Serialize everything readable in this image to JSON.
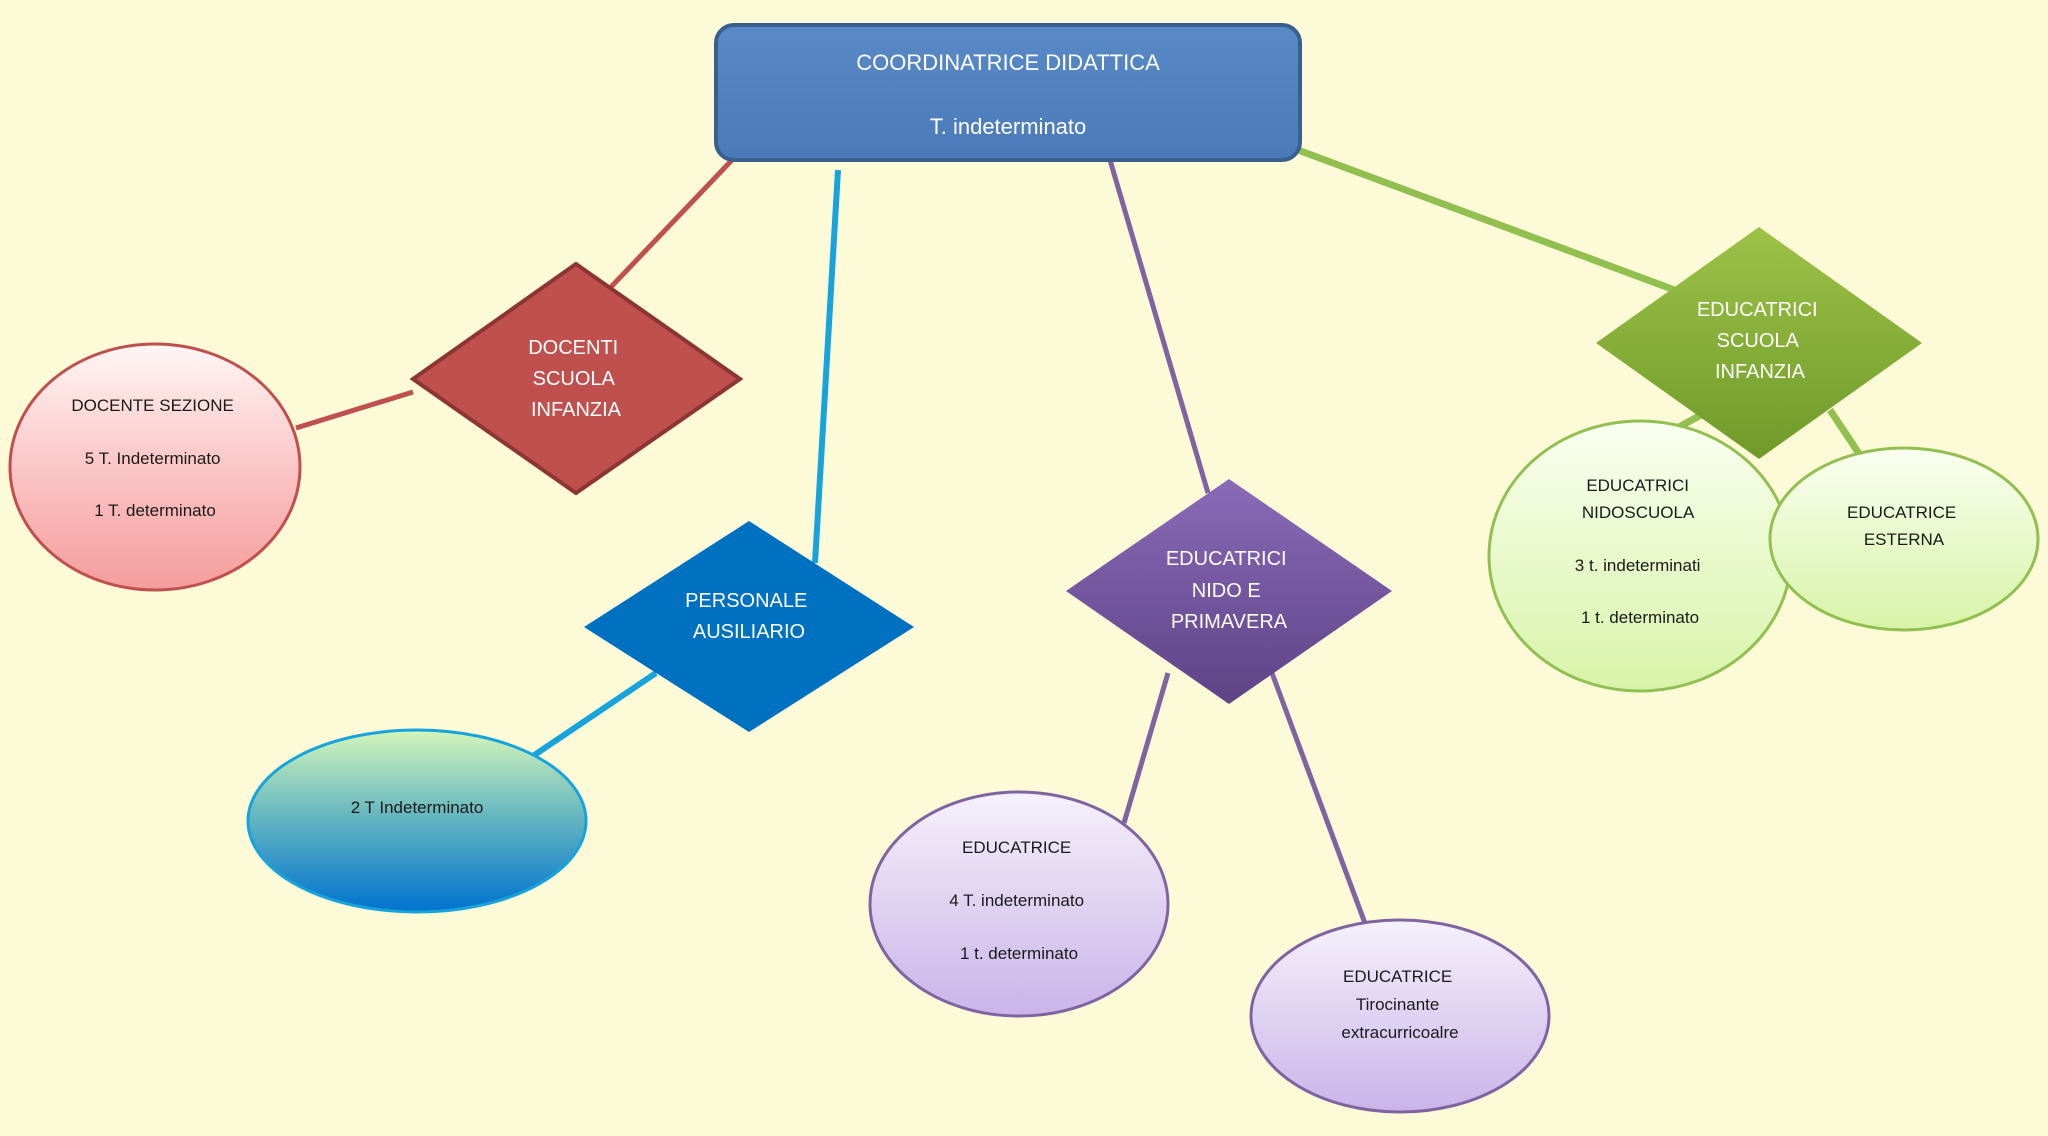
{
  "colors": {
    "background": "#fdfad8",
    "coordinator": "#4f81bd",
    "docenti": "#c0504d",
    "ausiliario": "#0070c0",
    "nido": "#8064a2",
    "scuola_infanzia": "#8fb33f"
  },
  "coordinator": {
    "line1": "COORDINATRICE DIDATTICA",
    "line2": "T. indeterminato"
  },
  "docenti": {
    "label": [
      "DOCENTI",
      "SCUOLA",
      "INFANZIA"
    ],
    "detail": [
      "DOCENTE SEZIONE",
      "5 T. Indeterminato",
      "1 T. determinato"
    ]
  },
  "ausiliario": {
    "label": [
      "PERSONALE",
      "AUSILIARIO"
    ],
    "detail": [
      "2 T Indeterminato"
    ]
  },
  "nido": {
    "label": [
      "EDUCATRICI",
      "NIDO E",
      "PRIMAVERA"
    ],
    "detail_a": [
      "EDUCATRICE",
      "4 T. indeterminato",
      "1 t. determinato"
    ],
    "detail_b": [
      "EDUCATRICE",
      "Tirocinante",
      "extracurricoalre"
    ]
  },
  "scuola_infanzia": {
    "label": [
      "EDUCATRICI",
      "SCUOLA",
      "INFANZIA"
    ],
    "detail_a": [
      "EDUCATRICI",
      "NIDOSCUOLA",
      "3 t. indeterminati",
      "1 t. determinato"
    ],
    "detail_b": [
      "EDUCATRICE",
      "ESTERNA"
    ]
  }
}
